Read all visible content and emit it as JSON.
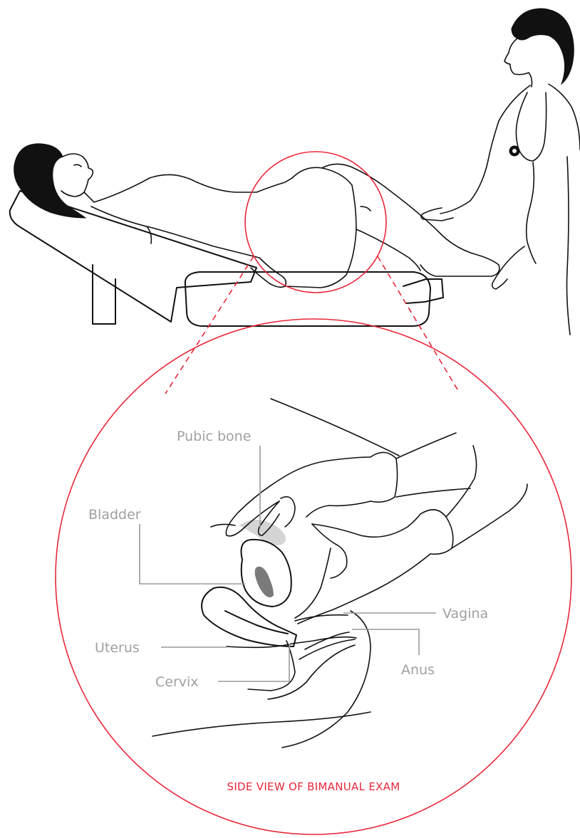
{
  "labels": {
    "pubic_bone": "Pubic bone",
    "bladder": "Bladder",
    "vagina": "Vagina",
    "uterus": "Uterus",
    "anus": "Anus",
    "cervix": "Cervix"
  },
  "caption": "SIDE VIEW OF BIMANUAL EXAM",
  "colors": {
    "accent": "#e8273a",
    "label": "#a0a0a0",
    "ink": "#111111",
    "organ_light": "#d4d4d4",
    "organ_dark": "#7a7a7a"
  }
}
